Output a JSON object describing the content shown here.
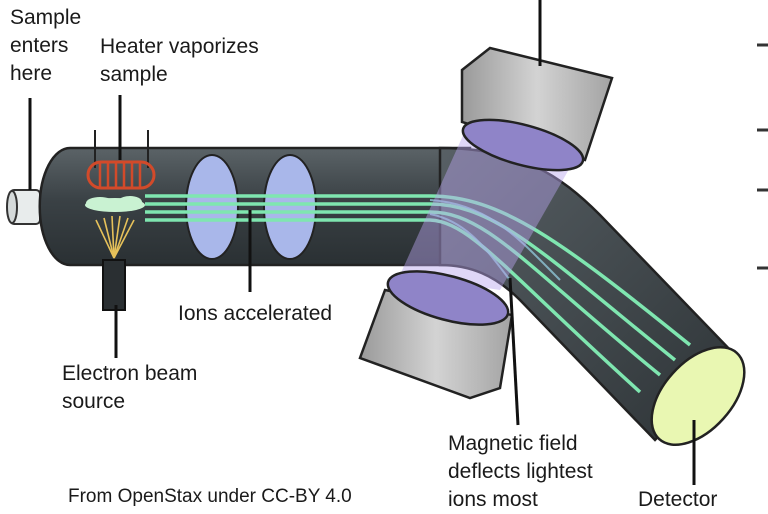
{
  "labels": {
    "sample_enters": "Sample\nenters\nhere",
    "heater": "Heater vaporizes\nsample",
    "ions_accelerated": "Ions accelerated",
    "electron_beam": "Electron beam\nsource",
    "magnetic_field": "Magnetic field\ndeflects lightest\nions most",
    "detector": "Detector"
  },
  "caption": "From OpenStax under CC-BY 4.0",
  "colors": {
    "tube": "#3d4448",
    "ion_beam": "#7fe6b0",
    "magnet_face": "#8f84c8",
    "magnetic_field": "#b9a4ee",
    "accelerator_plate": "#a9b7ea",
    "heater_coil": "#d24a2a",
    "detector_face": "#e9f7b2",
    "electron_beam": "#e6c15a"
  }
}
